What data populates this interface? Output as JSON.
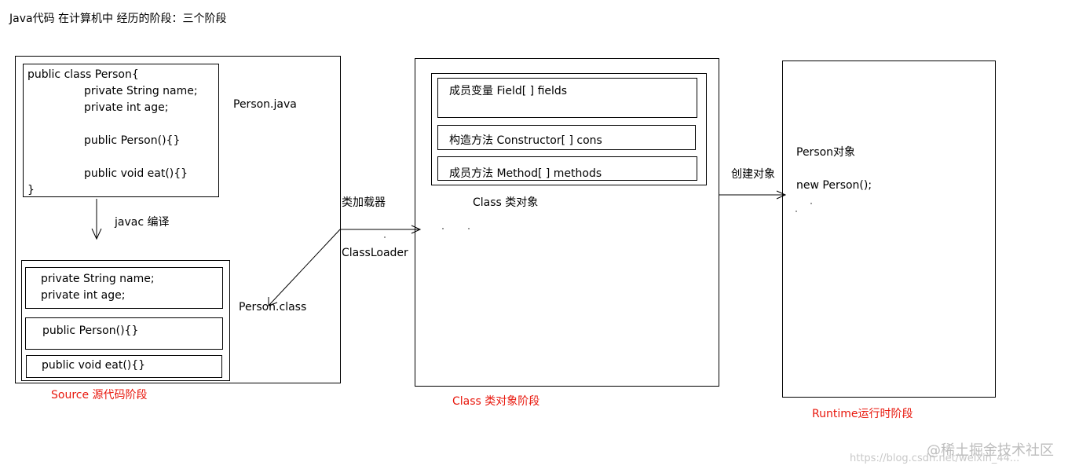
{
  "title": "Java代码 在计算机中 经历的阶段：三个阶段",
  "source_stage": {
    "caption": "Source 源代码阶段",
    "java_code": [
      "public class Person{",
      "private String name;",
      "private int age;",
      "public Person(){}",
      "public void eat(){}",
      "}"
    ],
    "java_file_label": "Person.java",
    "compile_label": "javac 编译",
    "class_file_label": "Person.class",
    "class_file_fields": [
      "private String name;",
      "private int age;"
    ],
    "class_file_constructor": "public Person(){}",
    "class_file_method": "public void eat(){}"
  },
  "loader": {
    "label_cn": "类加载器",
    "label_en": "ClassLoader"
  },
  "class_stage": {
    "caption": "Class 类对象阶段",
    "object_label": "Class 类对象",
    "fields_row": "成员变量  Field[ ] fields",
    "constructors_row": "构造方法  Constructor[ ] cons",
    "methods_row": "成员方法 Method[ ] methods"
  },
  "create_label": "创建对象",
  "runtime_stage": {
    "caption": "Runtime运行时阶段",
    "object_label": "Person对象",
    "new_expr": "new Person();"
  },
  "watermark": "@稀土掘金技术社区",
  "watermark_url": "https://blog.csdn.net/weixin_44...",
  "colors": {
    "caption": "#e8170c",
    "line": "#000000",
    "watermark": "#c8c8c8"
  }
}
